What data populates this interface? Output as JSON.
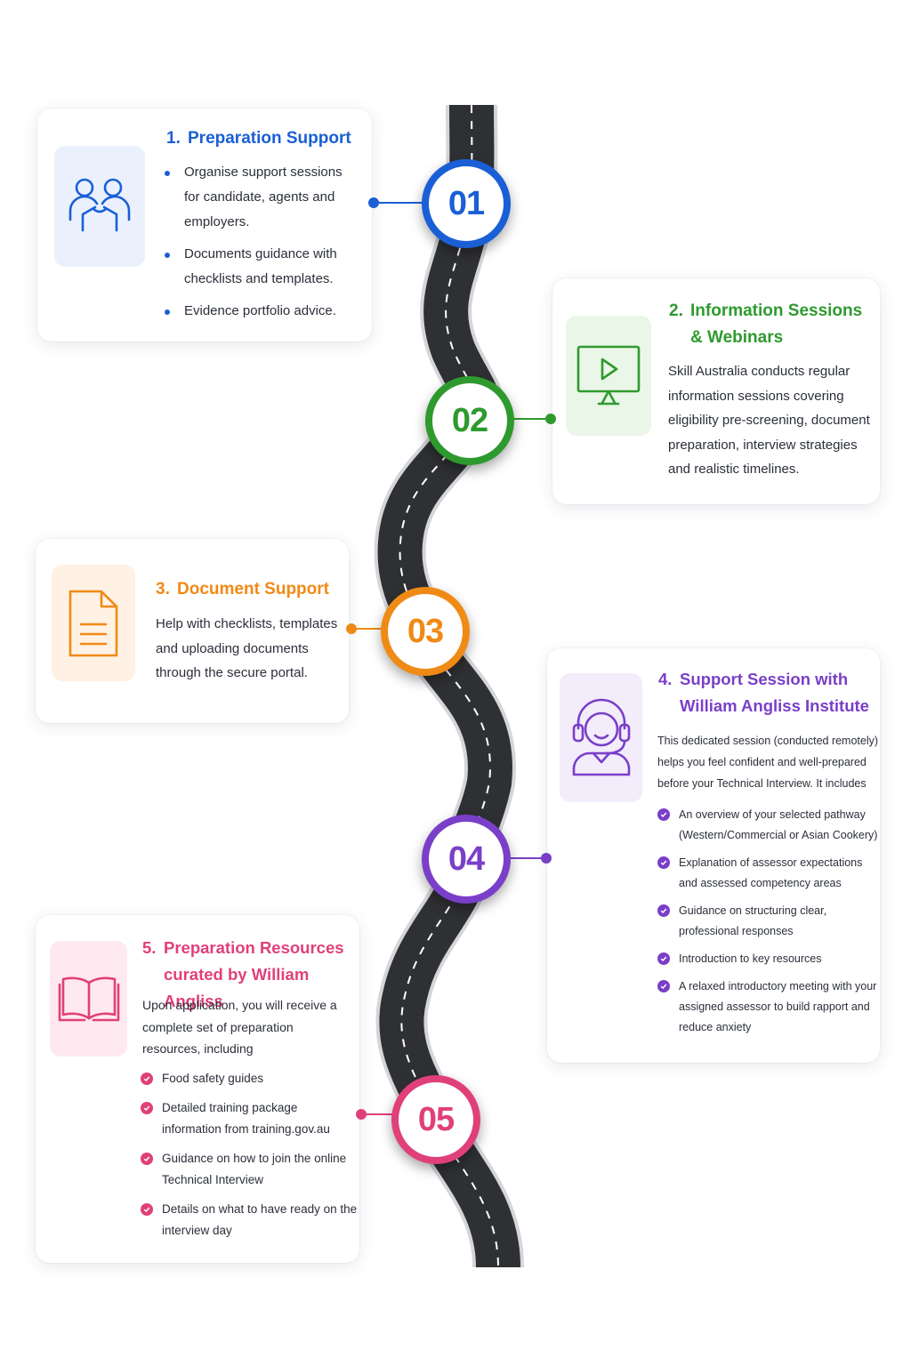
{
  "colors": {
    "blue": "#1a5fd6",
    "green": "#2e9a2e",
    "orange": "#f08a16",
    "purple": "#7a3fc8",
    "pink": "#e0407a",
    "road": "#2f3033"
  },
  "steps": [
    {
      "number": "01",
      "title_num": "1.",
      "title_line1": "Preparation Support",
      "icon": "people-icon",
      "bullets": [
        "Organise support sessions for candidate, agents and employers.",
        "Documents guidance with checklists and templates.",
        "Evidence portfolio advice."
      ]
    },
    {
      "number": "02",
      "title_num": "2.",
      "title_line1": "Information Sessions",
      "title_line2": "& Webinars",
      "icon": "monitor-play-icon",
      "body": "Skill Australia conducts regular information sessions covering eligibility pre-screening, document preparation, interview strategies and realistic timelines."
    },
    {
      "number": "03",
      "title_num": "3.",
      "title_line1": "Document Support",
      "icon": "document-icon",
      "body": "Help with checklists, templates and uploading documents through the secure portal."
    },
    {
      "number": "04",
      "title_num": "4.",
      "title_line1": "Support Session with",
      "title_line2": "William Angliss Institute",
      "icon": "headset-person-icon",
      "intro": "This dedicated session (conducted remotely) helps you feel confident and well-prepared before your Technical Interview. It includes",
      "checks": [
        "An overview of your selected pathway (Western/Commercial or Asian Cookery)",
        "Explanation of assessor expectations and assessed competency areas",
        "Guidance on structuring clear, professional responses",
        "Introduction to key resources",
        "A relaxed introductory meeting with your assigned assessor to build rapport and reduce anxiety"
      ]
    },
    {
      "number": "05",
      "title_num": "5.",
      "title_line1": "Preparation Resources",
      "title_line2": "curated by William Angliss",
      "icon": "open-book-icon",
      "intro": "Upon application, you will receive a complete set of preparation resources, including",
      "checks": [
        "Food safety guides",
        "Detailed training package information from training.gov.au",
        "Guidance on how to join the online Technical Interview",
        "Details on what to have ready on the interview day"
      ]
    }
  ]
}
